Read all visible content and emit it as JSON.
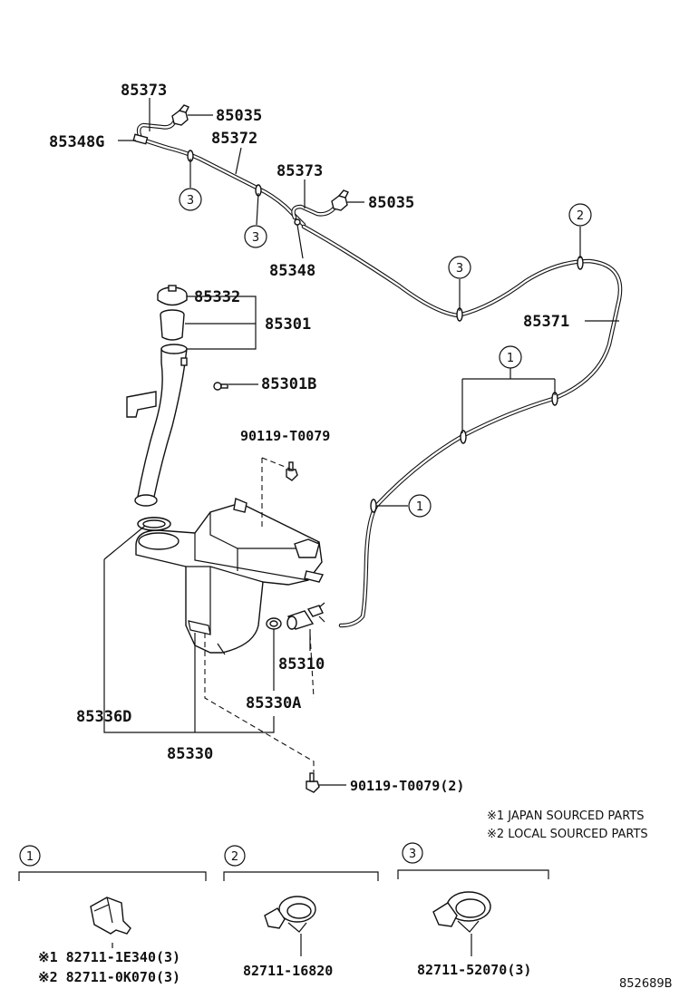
{
  "labels": {
    "p85373_top": "85373",
    "p85035_top": "85035",
    "p85348G": "85348G",
    "p85372": "85372",
    "p85373_mid": "85373",
    "p85035_mid": "85035",
    "p85348": "85348",
    "p85332": "85332",
    "p85301": "85301",
    "p85301B": "85301B",
    "p85371": "85371",
    "p90119_top": "90119-T0079",
    "p85310": "85310",
    "p85330A": "85330A",
    "p85336D": "85336D",
    "p85330": "85330",
    "p90119_bottom": "90119-T0079(2)"
  },
  "callouts": {
    "c1": "1",
    "c2": "2",
    "c3": "3"
  },
  "notes": {
    "note1": "※1 JAPAN SOURCED PARTS",
    "note2": "※2 LOCAL SOURCED PARTS"
  },
  "clip_parts": {
    "clip1_line1": "※1 82711-1E340(3)",
    "clip1_line2": "※2 82711-0K070(3)",
    "clip2": "82711-16820",
    "clip3": "82711-52070(3)"
  },
  "diagram_id": "852689B"
}
